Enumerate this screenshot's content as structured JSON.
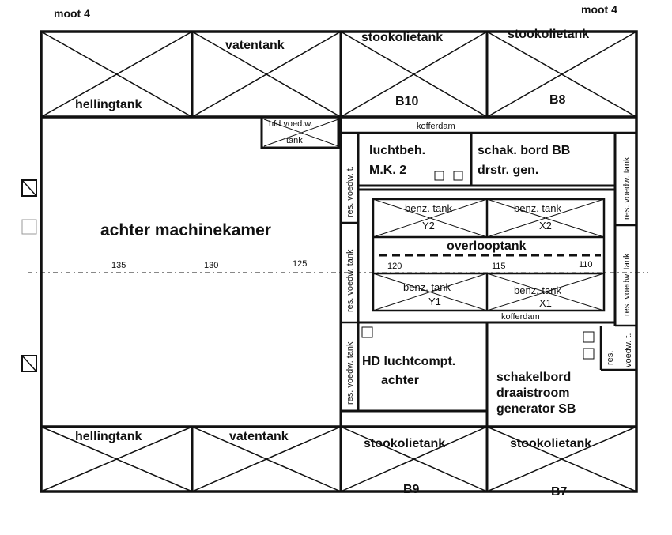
{
  "header": {
    "left": "moot 4",
    "right": "moot 4"
  },
  "tanks_top": [
    "hellingtank",
    "vatentank",
    "stookolietank",
    "stookolietank"
  ],
  "tanks_top_codes": [
    "B10",
    "B8"
  ],
  "tanks_bottom": [
    "hellingtank",
    "vatentank",
    "stookolietank",
    "stookolietank"
  ],
  "tanks_bottom_codes": [
    "B9",
    "B7"
  ],
  "rooms": {
    "engine_room": "achter machinekamer",
    "feed_tank_line1": "hfd.voed.w.",
    "feed_tank_line2": "tank",
    "cofferdam_top": "kofferdam",
    "cofferdam_mid": "kofferdam",
    "air_line1": "luchtbeh.",
    "air_line2": "M.K. 2",
    "switch_bb_line1": "schak. bord BB",
    "switch_bb_line2": "drstr. gen.",
    "hd_line1": "HD luchtcompt.",
    "hd_line2": "achter",
    "switch_sb_line1": "schakelbord",
    "switch_sb_line2": "draaistroom",
    "switch_sb_line3": "generator SB"
  },
  "reserve_tanks": {
    "left_upper": "res. voedw. t.",
    "left_mid": "res. voedw. tank",
    "left_lower": "res. voedw. tank",
    "right_upper": "res. voedw. tank",
    "right_mid": "res. voedw. tank",
    "right_lower_a": "res.",
    "right_lower_b": "voedw. t."
  },
  "inner_tanks": {
    "y2_line1": "benz. tank",
    "y2_line2": "Y2",
    "x2_line1": "benz. tank",
    "x2_line2": "X2",
    "overflow": "overlooptank",
    "y1_line1": "benz. tank",
    "y1_line2": "Y1",
    "x1_line1": "benz. tank",
    "x1_line2": "X1"
  },
  "frames": [
    "135",
    "130",
    "125",
    "120",
    "115",
    "110"
  ]
}
